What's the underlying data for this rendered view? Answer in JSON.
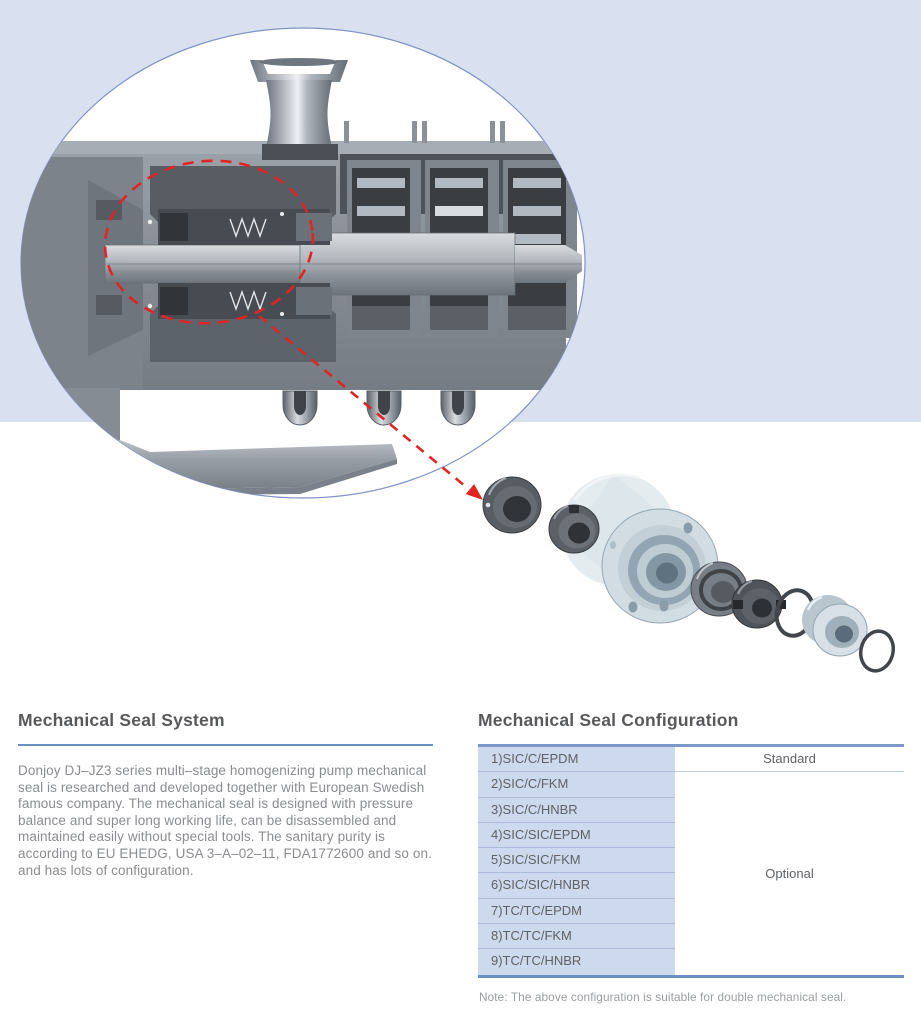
{
  "left_section": {
    "title": "Mechanical Seal System",
    "body": "Donjoy DJ–JZ3 series multi–stage homogenizing pump mechanical seal is researched and developed together with European Swedish famous company. The mechanical seal is designed with pressure balance and super long working life, can be disassembled and maintained easily without special tools. The sanitary purity is according to EU EHEDG, USA 3–A–02–11, FDA1772600 and so on. and has lots of configuration."
  },
  "right_section": {
    "title": "Mechanical Seal Configuration",
    "table": {
      "rows": [
        "1)SIC/C/EPDM",
        "2)SIC/C/FKM",
        "3)SIC/C/HNBR",
        "4)SIC/SIC/EPDM",
        "5)SIC/SIC/FKM",
        "6)SIC/SIC/HNBR",
        "7)TC/TC/EPDM",
        "8)TC/TC/FKM",
        "9)TC/TC/HNBR"
      ],
      "standard_label": "Standard",
      "optional_label": "Optional"
    },
    "note": "Note: The above configuration is suitable for double mechanical seal."
  },
  "colors": {
    "hero_background": "#d9e0f0",
    "circle_stroke": "#8093c3",
    "highlight_red": "#e02424",
    "heading_text": "#58595b",
    "body_text": "#8a8c8f",
    "rule_blue": "#6d90c3",
    "table_border_blue": "#7b9ac7",
    "table_left_bg": "#cdd9ec",
    "table_text": "#5f6266",
    "row_divider": "#aabcd8",
    "standard_divider": "#bccadf",
    "note_text": "#9a9da0"
  }
}
